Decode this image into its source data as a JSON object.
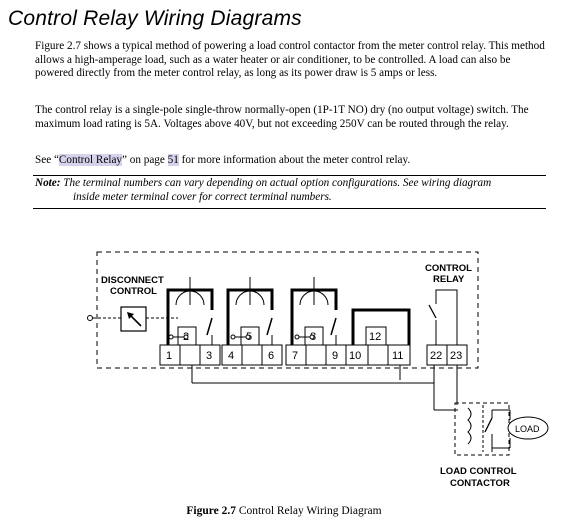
{
  "heading": "Control Relay Wiring Diagrams",
  "paragraph1": "Figure 2.7 shows a typical method of powering a load control contactor from the meter control relay. This method allows a high-amperage load, such as a water heater or air conditioner, to be controlled. A load can also be powered directly from the meter control relay, as long as its power draw is 5 amps or less.",
  "paragraph2": "The control relay is a single-pole single-throw normally-open (1P-1T NO) dry (no output voltage) switch. The maximum load rating is 5A.  Voltages above 40V, but not exceeding 250V can be routed through the relay.",
  "see_ref": {
    "prefix": "See “",
    "link": "Control Relay",
    "middle": "” on page ",
    "page": "51",
    "suffix": " for more information about the meter control relay."
  },
  "note": {
    "label": "Note:",
    "line1": " The terminal numbers can vary depending on actual option configurations.  See wiring diagram",
    "line2": "inside meter terminal cover for correct terminal numbers."
  },
  "diagram": {
    "disconnect_label_1": "DISCONNECT",
    "disconnect_label_2": "CONTROL",
    "relay_label_1": "CONTROL",
    "relay_label_2": "RELAY",
    "contactor_label_1": "LOAD CONTROL",
    "contactor_label_2": "CONTACTOR",
    "load_label": "LOAD",
    "terminals_bottom": [
      "1",
      "3",
      "4",
      "6",
      "7",
      "9",
      "10",
      "11",
      "22",
      "23"
    ],
    "terminals_top": [
      "2",
      "5",
      "8",
      "12"
    ]
  },
  "caption": {
    "figure": "Figure 2.7",
    "text": " Control Relay Wiring Diagram"
  }
}
